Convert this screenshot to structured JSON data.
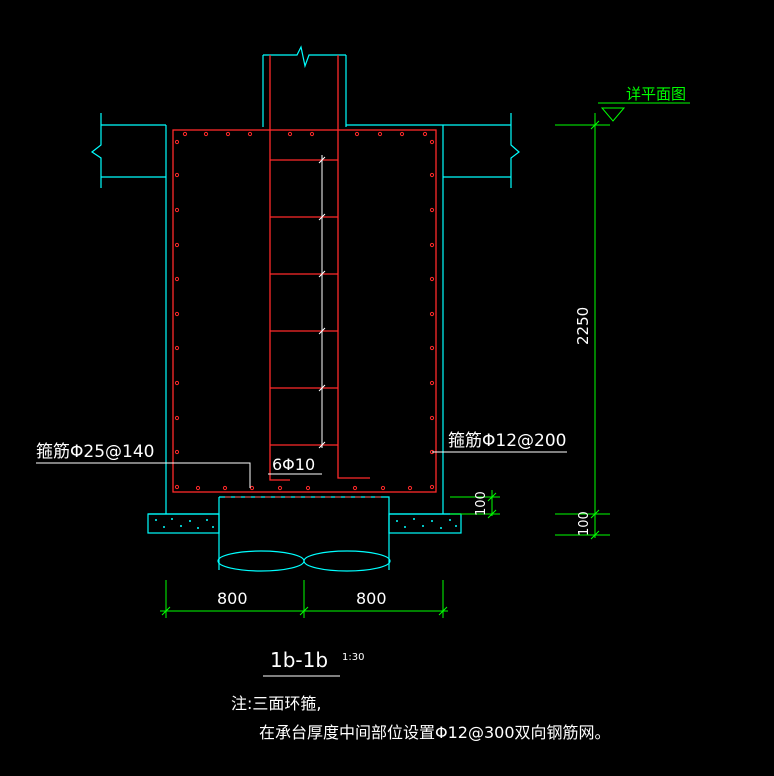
{
  "labels": {
    "plan_ref": "详平面图",
    "stirrup_left": "箍筋Φ25@140",
    "stirrup_right": "箍筋Φ12@200",
    "main_bars": "6Φ10",
    "dim_height": "2250",
    "dim_cap_right": "100",
    "dim_cap_left": "100",
    "dim_width_left": "800",
    "dim_width_right": "800"
  },
  "section": {
    "title": "1b-1b",
    "scale": "1:30"
  },
  "notes": {
    "line1": "注:三面环箍,",
    "line2": "在承台厚度中间部位设置Φ12@300双向钢筋网。"
  },
  "colors": {
    "background": "#000000",
    "outline": "#00ffff",
    "rebar": "#ff2a2a",
    "dimension": "#00ff00",
    "text": "#ffffff"
  }
}
